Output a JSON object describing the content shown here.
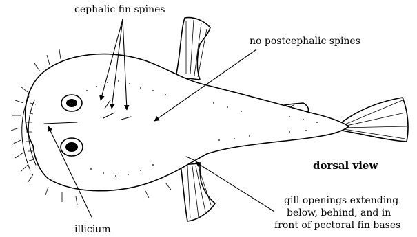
{
  "figure": {
    "labels": {
      "cephalic_fin_spines": "cephalic fin spines",
      "no_postcephalic_spines": "no postcephalic spines",
      "dorsal_view": "dorsal view",
      "gill_openings": [
        "gill openings extending",
        "below, behind, and in",
        "front of pectoral fin bases"
      ],
      "illicium": "illicium"
    },
    "colors": {
      "ink": "#000000",
      "paper": "#ffffff"
    }
  }
}
